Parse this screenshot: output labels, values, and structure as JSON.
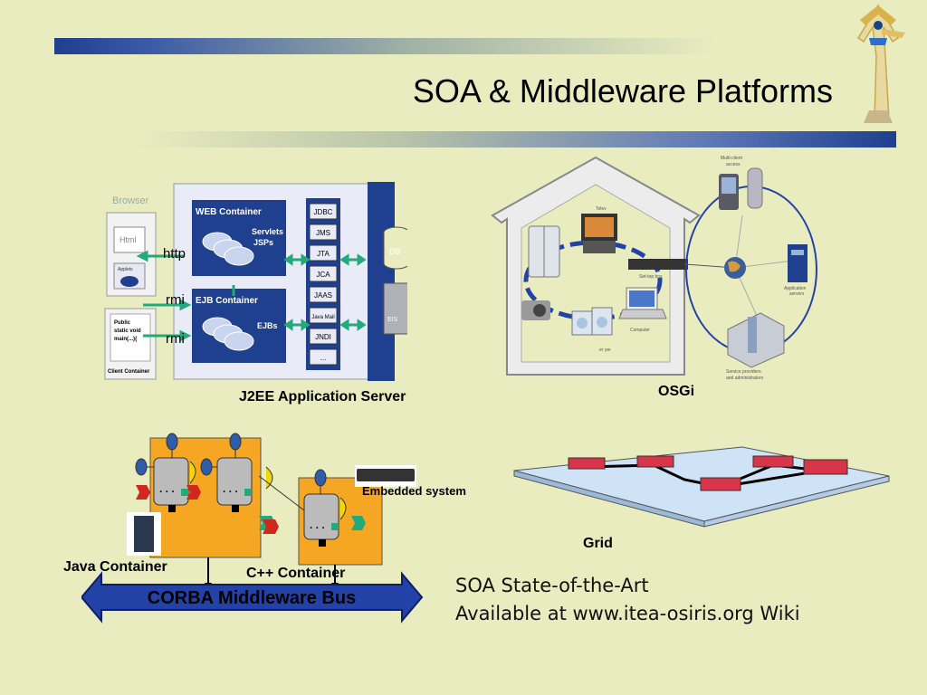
{
  "slide": {
    "title": "SOA & Middleware Platforms",
    "soa_line1": "SOA State-of-the-Art",
    "soa_line2": "Available at www.itea-osiris.org Wiki"
  },
  "j2ee": {
    "caption": "J2EE Application Server",
    "browser_label": "Browser",
    "html_label": "Html",
    "applets_label": "Applets",
    "client_code": [
      "Public",
      "static void",
      "main(...){"
    ],
    "client_container_label": "Client Container",
    "web_container_label": "WEB Container",
    "servlets_label": "Servlets",
    "jsps_label": "JSPs",
    "ejb_container_label": "EJB Container",
    "ejbs_label": "EJBs",
    "apis": [
      "JDBC",
      "JMS",
      "JTA",
      "JCA",
      "JAAS",
      "Java Mail",
      "JNDI",
      "..."
    ],
    "protocols": [
      "http",
      "rmi",
      "rmi"
    ],
    "db_label": "DB",
    "eis_label": "EIS"
  },
  "osgi": {
    "caption": "OSGi",
    "television_label": "Telev",
    "settop_label": "Set-top box",
    "computer_label": "Computer",
    "washer_label": "er yer",
    "multiclient_label": [
      "Multi-client",
      "access"
    ],
    "appservers_label": [
      "Application",
      "servers"
    ],
    "providers_label": [
      "Service providers",
      "and administrators"
    ]
  },
  "corba": {
    "bus_label": "CORBA Middleware Bus",
    "java_container": "Java Container",
    "cpp_container": "C++ Container",
    "embedded": "Embedded system"
  },
  "grid": {
    "caption": "Grid"
  },
  "colors": {
    "navy": "#1f3f8f",
    "bg": "#e9ecbf",
    "container_orange": "#f5a623",
    "bus_blue": "#2342a8",
    "arrow_green": "#22aa7a",
    "grid_node": "#d8354a"
  }
}
